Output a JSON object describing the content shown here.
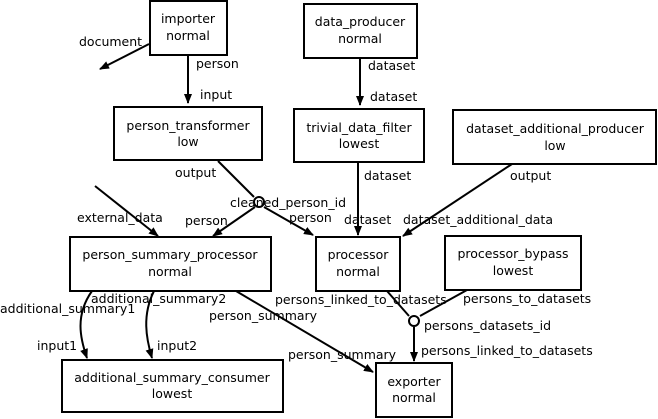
{
  "nodes": {
    "importer": {
      "name": "importer",
      "priority": "normal"
    },
    "data_producer": {
      "name": "data_producer",
      "priority": "normal"
    },
    "person_transformer": {
      "name": "person_transformer",
      "priority": "low"
    },
    "trivial_data_filter": {
      "name": "trivial_data_filter",
      "priority": "lowest"
    },
    "dataset_additional_producer": {
      "name": "dataset_additional_producer",
      "priority": "low"
    },
    "person_summary_processor": {
      "name": "person_summary_processor",
      "priority": "normal"
    },
    "processor": {
      "name": "processor",
      "priority": "normal"
    },
    "processor_bypass": {
      "name": "processor_bypass",
      "priority": "lowest"
    },
    "additional_summary_consumer": {
      "name": "additional_summary_consumer",
      "priority": "lowest"
    },
    "exporter": {
      "name": "exporter",
      "priority": "normal"
    }
  },
  "junctions": {
    "cleaned_person_id": "cleaned_person_id",
    "persons_datasets_id": "persons_datasets_id"
  },
  "edge_labels": {
    "document": "document",
    "importer_person": "person",
    "transformer_input": "input",
    "producer_dataset": "dataset",
    "filter_in_dataset": "dataset",
    "transformer_output": "output",
    "filter_out_dataset": "dataset",
    "additional_output": "output",
    "external_data": "external_data",
    "cleaned_to_summary_person": "person",
    "cleaned_to_processor_person": "person",
    "processor_in_dataset": "dataset",
    "dataset_additional_data": "dataset_additional_data",
    "additional_summary2": "additional_summary2",
    "additional_summary1": "additional_summary1",
    "persons_linked_to_datasets_out": "persons_linked_to_datasets",
    "persons_to_datasets": "persons_to_datasets",
    "person_summary_out": "person_summary",
    "input1": "input1",
    "input2": "input2",
    "person_summary_in": "person_summary",
    "persons_linked_to_datasets_in": "persons_linked_to_datasets"
  }
}
